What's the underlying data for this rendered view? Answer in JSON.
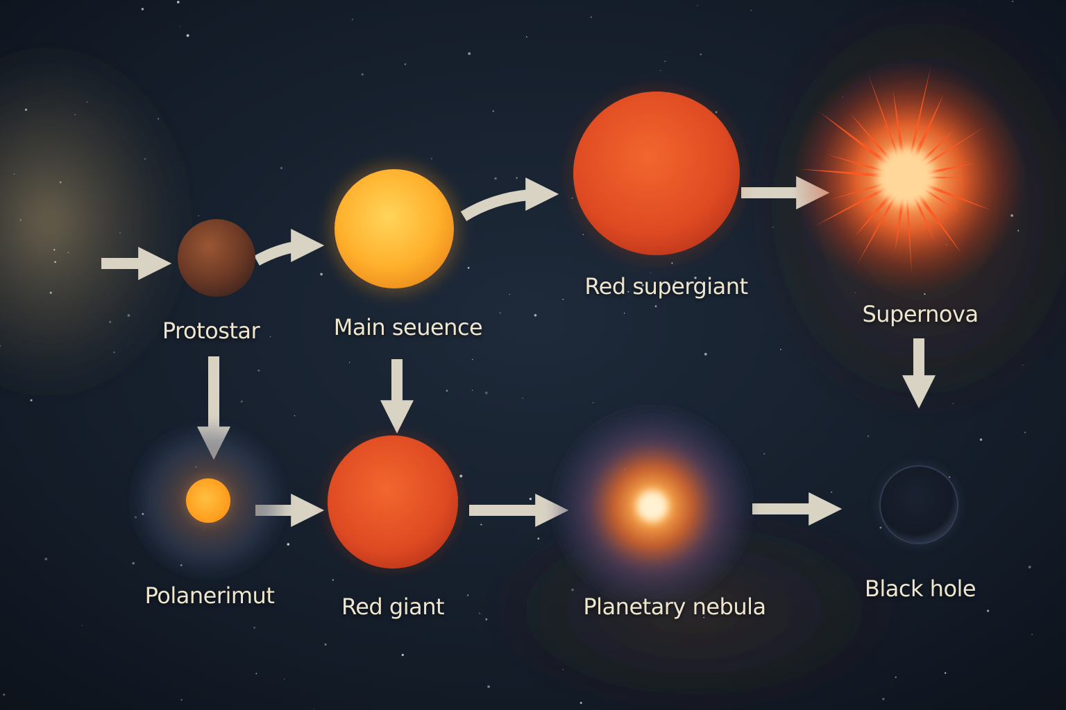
{
  "colors": {
    "background": "#141c28",
    "label": "#efe6cf",
    "arrow": "#d9d3c4",
    "protostar": "#7a3f26",
    "main_sequence": "#ffb62e",
    "red_supergiant": "#e4532a",
    "supernova": "#ff6a2c",
    "white_dwarf": "#ffa51e",
    "red_giant": "#e24a24",
    "planetary_nebula": "#ff8c3a",
    "black_hole": "#1c2434"
  },
  "stages": {
    "protostar": {
      "label": "Protostar",
      "icon": "protostar-icon"
    },
    "main_sequence": {
      "label": "Main seuence",
      "icon": "main-sequence-star-icon"
    },
    "red_supergiant": {
      "label": "Red supergiant",
      "icon": "red-supergiant-icon"
    },
    "supernova": {
      "label": "Supernova",
      "icon": "supernova-icon"
    },
    "polanerimut": {
      "label": "Polanerimut",
      "icon": "white-dwarf-icon"
    },
    "red_giant": {
      "label": "Red giant",
      "icon": "red-giant-icon"
    },
    "planetary_nebula": {
      "label": "Planetary nebula",
      "icon": "planetary-nebula-icon"
    },
    "black_hole": {
      "label": "Black hole",
      "icon": "black-hole-icon"
    }
  }
}
